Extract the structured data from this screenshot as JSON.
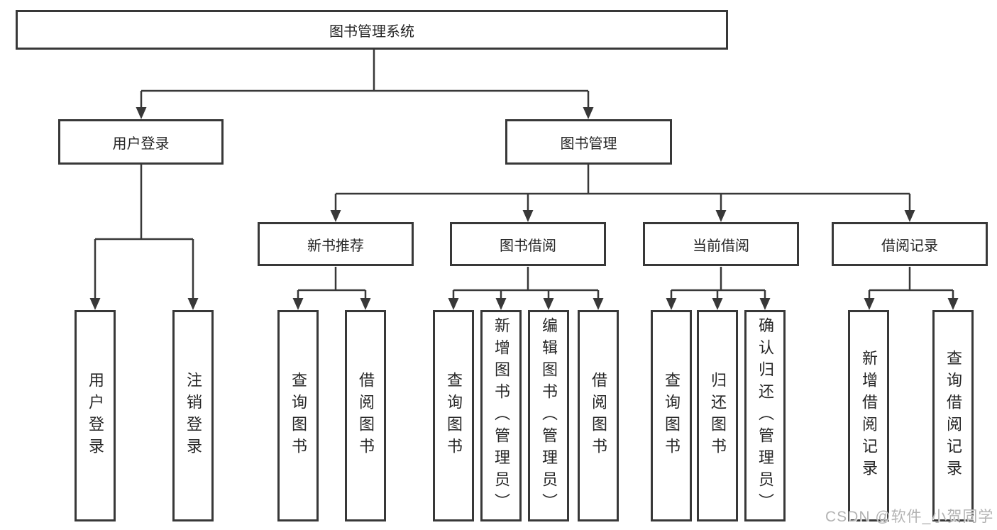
{
  "tree": {
    "root": "图书管理系统",
    "children": [
      {
        "label": "用户登录",
        "children": [
          "用户登录",
          "注销登录"
        ]
      },
      {
        "label": "图书管理",
        "children": [
          {
            "label": "新书推荐",
            "children": [
              "查询图书",
              "借阅图书"
            ]
          },
          {
            "label": "图书借阅",
            "children": [
              "查询图书",
              "新增图书（管理员）",
              "编辑图书（管理员）",
              "借阅图书"
            ]
          },
          {
            "label": "当前借阅",
            "children": [
              "查询图书",
              "归还图书",
              "确认归还（管理员）"
            ]
          },
          {
            "label": "借阅记录",
            "children": [
              "新增借阅记录",
              "查询借阅记录"
            ]
          }
        ]
      }
    ]
  },
  "watermark": {
    "text": "CSDN @软件_小贺同学"
  },
  "colors": {
    "line": "#383838",
    "text": "#262626",
    "watermark": "#b3b3b3",
    "background": "#ffffff"
  }
}
